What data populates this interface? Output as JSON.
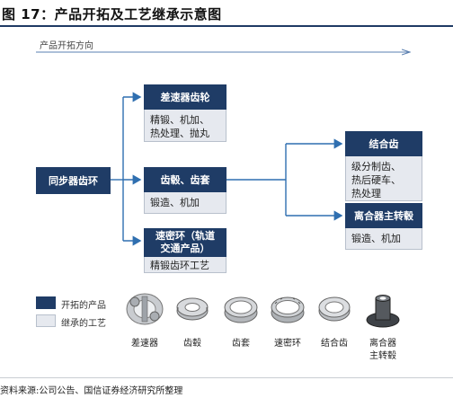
{
  "title": "图 17：产品开拓及工艺继承示意图",
  "direction_label": "产品开拓方向",
  "nodes": {
    "tongbu": {
      "header": "同步器齿环"
    },
    "chasuqi": {
      "header": "差速器齿轮",
      "body": "精锻、机加、\n热处理、抛丸"
    },
    "chigu": {
      "header": "齿毂、齿套",
      "body": "锻造、机加"
    },
    "sumihuan": {
      "header": "速密环（轨道\n交通产品）",
      "body": "精锻齿环工艺"
    },
    "jiehechi": {
      "header": "结合齿",
      "body": "级分制齿、\n热后硬车、\n热处理"
    },
    "lihegu": {
      "header": "离合器主转毂",
      "body": "锻造、机加"
    }
  },
  "legend": {
    "new_product": "开拓的产品",
    "inherited_process": "继承的工艺"
  },
  "parts": [
    {
      "label": "差速器",
      "icon": "differential-icon"
    },
    {
      "label": "齿毂",
      "icon": "gear-hub-icon"
    },
    {
      "label": "齿套",
      "icon": "gear-sleeve-icon"
    },
    {
      "label": "速密环",
      "icon": "speed-ring-icon"
    },
    {
      "label": "结合齿",
      "icon": "clutch-gear-icon"
    },
    {
      "label": "离合器\n主转毂",
      "icon": "clutch-hub-icon"
    }
  ],
  "source": "资料来源:公司公告、国信证券经济研究所整理",
  "colors": {
    "header": "#1f3c66",
    "body": "#e6e9ef",
    "line": "#2f6fb0"
  }
}
